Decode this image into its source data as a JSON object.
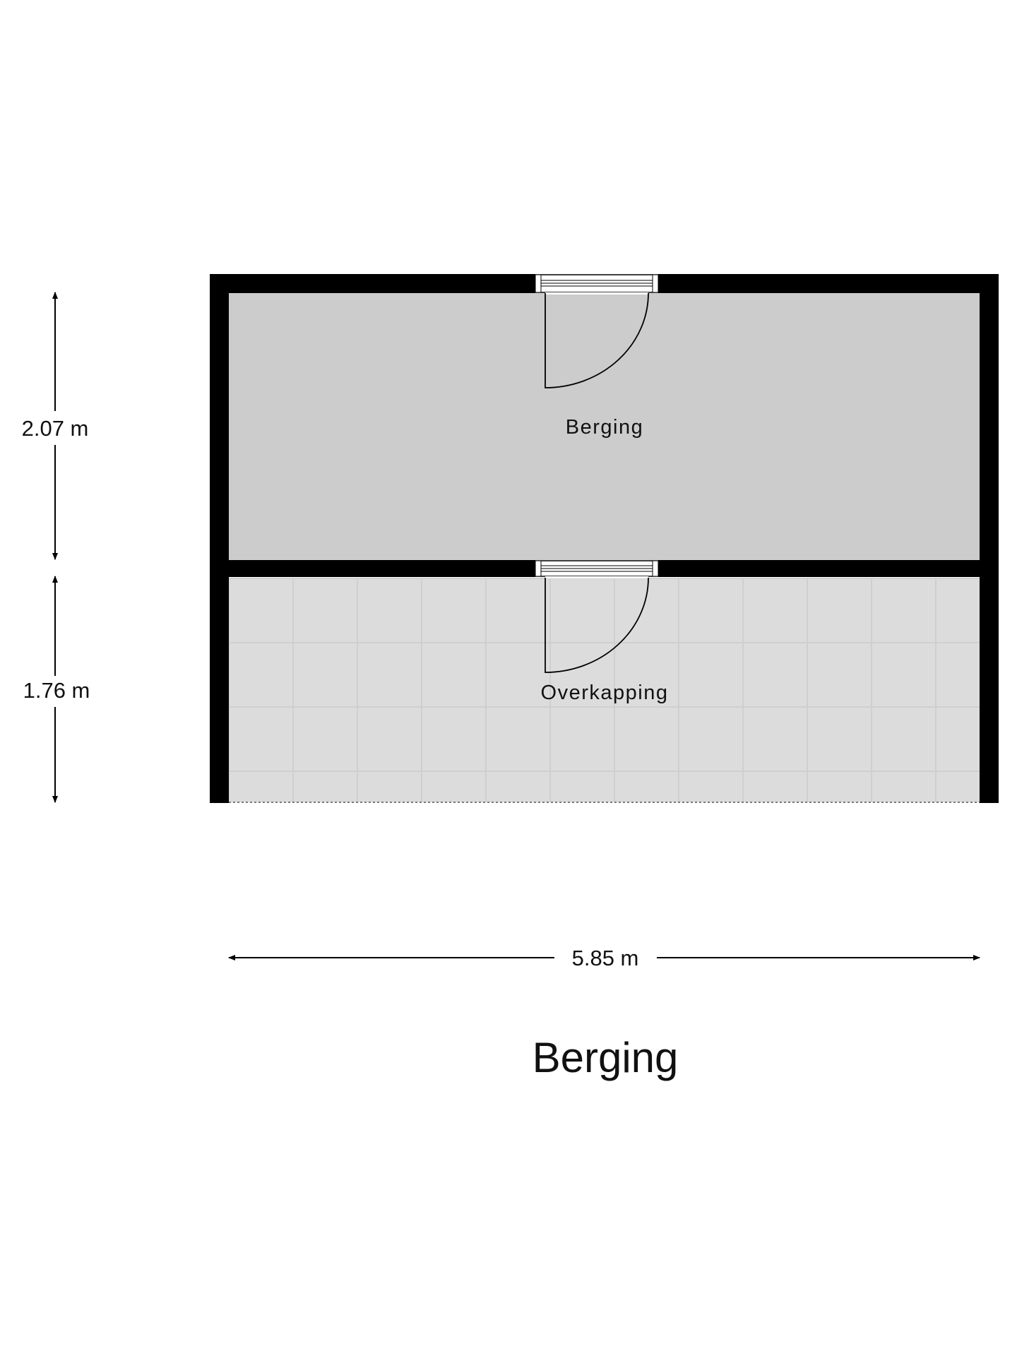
{
  "plan": {
    "title": "Berging",
    "rooms": [
      {
        "name": "Berging"
      },
      {
        "name": "Overkapping"
      }
    ],
    "dimensions": {
      "width": "5.85 m",
      "depth_top": "2.07 m",
      "depth_bottom": "1.76 m"
    }
  },
  "colors": {
    "wall": "#000000",
    "berging_floor": "#cccccc",
    "overkapping_floor": "#dcdcdc",
    "background": "#ffffff"
  }
}
